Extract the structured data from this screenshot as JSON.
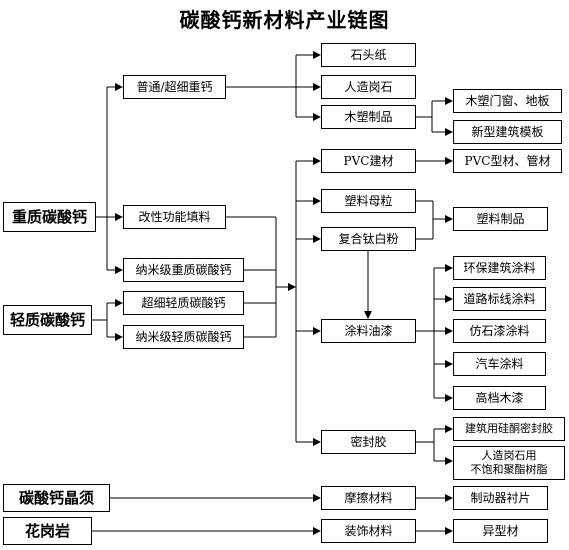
{
  "title": "碳酸钙新材料产业链图",
  "sources": {
    "heavy": "重质碳酸钙",
    "light": "轻质碳酸钙",
    "whisker": "碳酸钙晶须",
    "granite": "花岗岩"
  },
  "intermediates": {
    "ordinary": "普通/超细重钙",
    "modified": "改性功能填料",
    "nano_heavy": "纳米级重质碳酸钙",
    "ultrafine_light": "超细轻质碳酸钙",
    "nano_light": "纳米级轻质碳酸钙"
  },
  "products": {
    "stone_paper": "石头纸",
    "artificial_stone": "人造岗石",
    "wood_plastic": "木塑制品",
    "pvc": "PVC建材",
    "masterbatch": "塑料母粒",
    "composite_ti": "复合钛白粉",
    "coatings": "涂料油漆",
    "sealant": "密封胶",
    "friction": "摩擦材料",
    "decor": "装饰材料"
  },
  "end_products": {
    "wp_window": "木塑门窗、地板",
    "wp_formwork": "新型建筑模板",
    "pvc_profile": "PVC型材、管材",
    "plastic_products": "塑料制品",
    "eco_coating": "环保建筑涂料",
    "road_coating": "道路标线涂料",
    "stone_coating": "仿石漆涂料",
    "car_coating": "汽车涂料",
    "wood_lacquer": "高档木漆",
    "silicone": "建筑用硅酮密封胶",
    "resin_line1": "人造岗石用",
    "resin_line2": "不饱和聚酯树脂",
    "brake": "制动器衬片",
    "profile": "异型材"
  }
}
